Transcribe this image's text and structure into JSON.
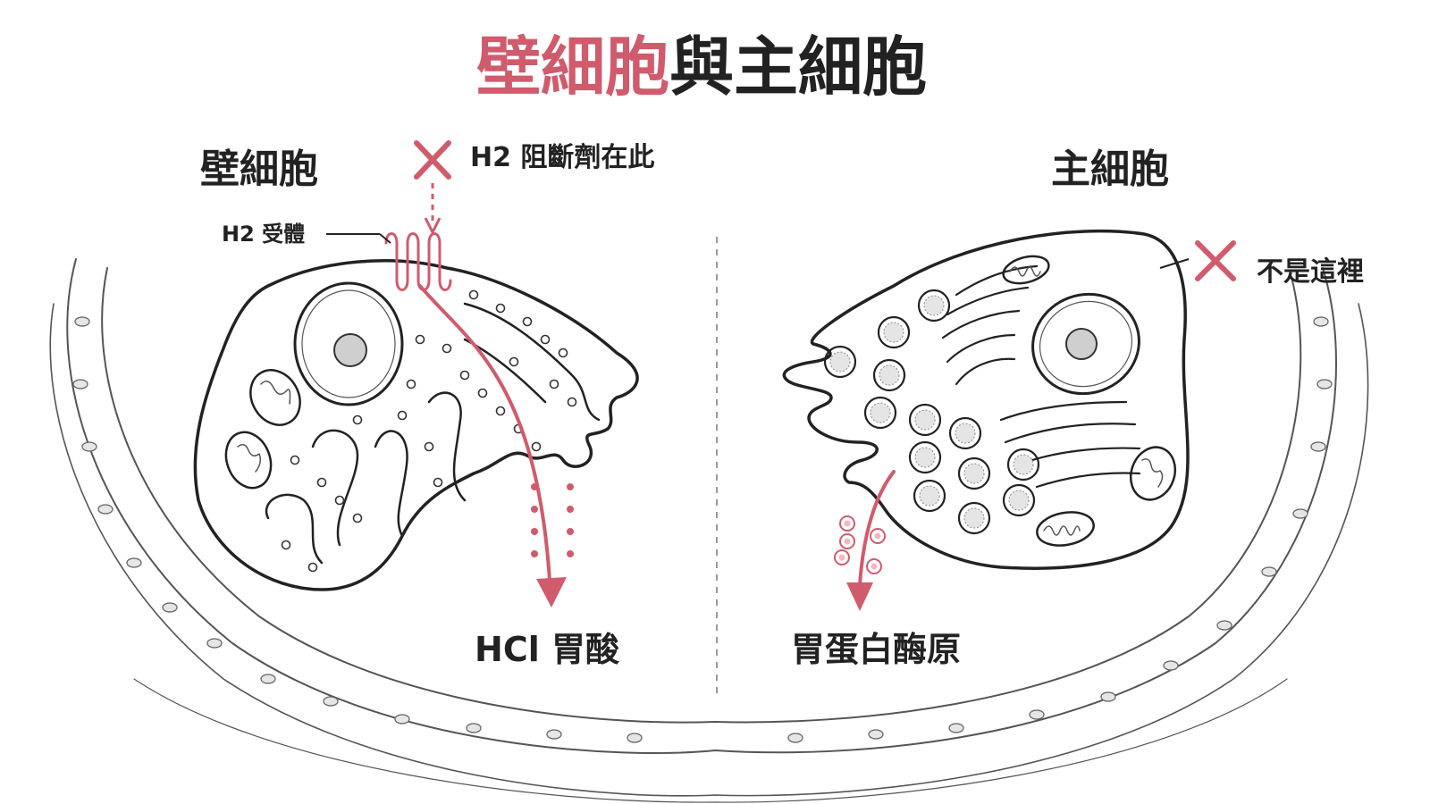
{
  "title": {
    "highlight": "壁細胞",
    "rest": "與主細胞"
  },
  "parietal": {
    "title": "壁細胞",
    "receptor_label": "H2 受體",
    "blocker_label": "H2 阻斷劑在此",
    "product_label": "HCl 胃酸"
  },
  "chief": {
    "title": "主細胞",
    "not_here_label": "不是這裡",
    "product_label": "胃蛋白酶原"
  },
  "colors": {
    "accent": "#d05b6c",
    "ink": "#222222",
    "line": "#555555"
  }
}
